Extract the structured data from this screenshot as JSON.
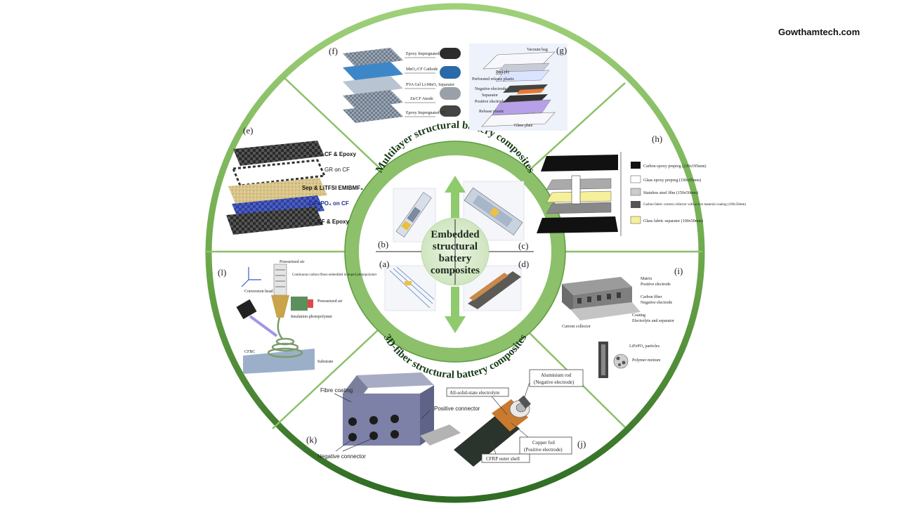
{
  "watermark": "Gowthamtech.com",
  "center": {
    "lines": [
      "Embedded",
      "structural",
      "battery",
      "composites"
    ]
  },
  "ring": {
    "top_title": "Multilayer structural battery composites",
    "bottom_title": "3D-fiber structural battery composites"
  },
  "panels": {
    "a": "(a)",
    "b": "(b)",
    "c": "(c)",
    "d": "(d)",
    "e": "(e)",
    "f": "(f)",
    "g": "(g)",
    "h": "(h)",
    "i": "(i)",
    "j": "(j)",
    "k": "(k)",
    "l": "(l)"
  },
  "panel_e": {
    "layers": [
      "CF & Epoxy",
      "GR on CF",
      "Sep & LiTFSI EMIBMF₄",
      "LiFePO₄ on CF",
      "CF & Epoxy"
    ]
  },
  "panel_f": {
    "layers": [
      "Epoxy Impregnated CF",
      "MnO₂/CF Cathode",
      "PVA Gel Li-MnO₂ Separator",
      "Zn/CF Anode",
      "Epoxy Impregnated CF"
    ]
  },
  "panel_g": {
    "labels": [
      "Vacuum bag",
      "Peel ply",
      "Perforated release plastic",
      "Negative electrode",
      "Separator",
      "Positive electrode",
      "Release plastic",
      "Glass plate"
    ]
  },
  "panel_h": {
    "legend": [
      "Carbon epoxy prepreg (230x195mm)",
      "Glass epoxy prepreg (190x95mm)",
      "Stainless steel film (150x50mm)",
      "Carbon fabric current collector with active material coating (100x50mm)",
      "Glass fabric separator (100x50mm)"
    ]
  },
  "panel_i": {
    "labels": [
      "Matrix",
      "Positive electrode",
      "Carbon fiber",
      "Negative electrode",
      "Coating",
      "Electrolyte and separator",
      "Current collector",
      "LiFePO₄ particles",
      "Polymer mixture"
    ]
  },
  "panel_j": {
    "labels": [
      "All-solid-state electrolyte",
      "Aluminium rod",
      "(Negative electrode)",
      "Copper foil",
      "(Positive electrode)",
      "CFRP outer shell"
    ]
  },
  "panel_k": {
    "labels": [
      "Fibre coating",
      "Positive connector",
      "Negative connector"
    ]
  },
  "panel_l": {
    "labels": [
      "Pressurized air",
      "Continuous carbon fibers embedded in doped photopolymer",
      "Conversion head",
      "Pressurized air",
      "Insulation photopolymer",
      "CFBC",
      "Substrate"
    ]
  },
  "colors": {
    "ring_green": "#8cc06a",
    "dark_green": "#3f7d2e",
    "center_fill": "#d9ebcd",
    "arrow_green": "#8fca6d",
    "divider": "#8cc06a"
  }
}
